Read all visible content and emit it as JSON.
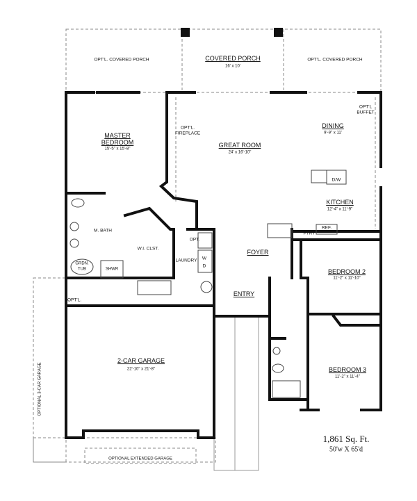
{
  "rooms": {
    "optl_porch_left": "OPT'L. COVERED PORCH",
    "optl_porch_right": "OPT'L. COVERED PORCH",
    "covered_porch": {
      "name": "COVERED PORCH",
      "dim": "16' x 10'"
    },
    "master_bedroom": {
      "name1": "MASTER",
      "name2": "BEDROOM",
      "dim": "15'-5\" x 15'-8\""
    },
    "fireplace": {
      "line1": "OPT'L.",
      "line2": "FIREPLACE"
    },
    "great_room": {
      "name": "GREAT ROOM",
      "dim": "24' x 16'-10\""
    },
    "buffet": {
      "line1": "OPT'L",
      "line2": "BUFFET"
    },
    "dining": {
      "name": "DINING",
      "dim": "9'-9\" x 11'"
    },
    "dw": "D/W",
    "kitchen": {
      "name": "KITCHEN",
      "dim": "12'-4\" x 11'-9\""
    },
    "pantry": "PTRY",
    "ref": "REF.",
    "master_bath": "M. BATH",
    "closet": "W.I. CLST.",
    "opt": "OPT.",
    "washer": "W",
    "dryer": "D",
    "laundry": "LAUNDRY",
    "tub": {
      "line1": "GRDN.",
      "line2": "TUB"
    },
    "shower": "SHWR",
    "foyer": "FOYER",
    "bedroom2": {
      "name": "BEDROOM 2",
      "dim": "11'-2\" x 11'-10\""
    },
    "entry": "ENTRY",
    "optl_door": "OPT'L.",
    "garage": {
      "name": "2-CAR GARAGE",
      "dim": "22'-10\" x 21'-8\""
    },
    "bedroom3": {
      "name": "BEDROOM 3",
      "dim": "11'-2\" x 11'-4\""
    },
    "optional_3car": "OPTIONAL 3-CAR GARAGE",
    "optional_extended": "OPTIONAL EXTENDED GARAGE"
  },
  "summary": {
    "area": "1,861 Sq. Ft.",
    "dimensions": "50'w X 65'd"
  }
}
